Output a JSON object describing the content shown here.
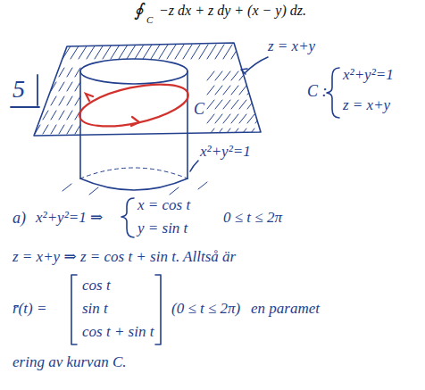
{
  "diagram": {
    "labels": [
      "∮",
      "C",
      "−z dx + z dy + (x − y) dz.",
      "5",
      "z = x+y",
      "C",
      "x²+y²=1",
      "C :",
      "x²+y²=1",
      "z = x+y",
      "a)",
      "x²+y²=1 ⇒",
      "x = cos t",
      "y = sin t",
      "0 ≤ t ≤ 2π",
      "z = x+y ⇒ z = cos t + sin t. Alltså är",
      "r̄(t) =",
      "cos t",
      "sin t",
      "cos t + sin t",
      "(0 ≤ t ≤ 2π)",
      "en paramet",
      "ering av kurvan C."
    ]
  }
}
